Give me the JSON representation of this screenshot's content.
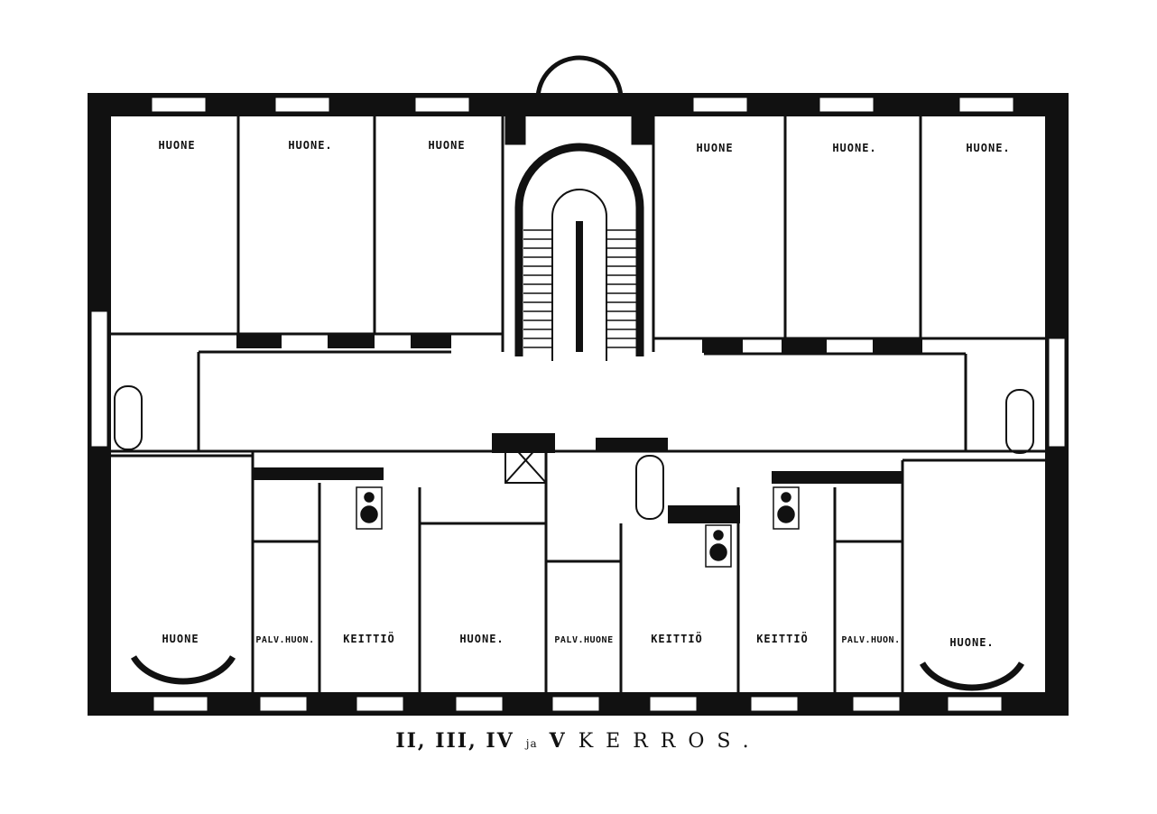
{
  "rooms": {
    "huone_1": "HUONE",
    "huone_2": "HUONE.",
    "huone_3": "HUONE",
    "huone_4": "HUONE",
    "huone_5": "HUONE.",
    "huone_6": "HUONE.",
    "huone_bottom_left": "HUONE",
    "palv_huon_left": "PALV.HUON.",
    "keittio_left": "KEITTIÖ",
    "huone_bottom_mid": "HUONE.",
    "palv_huone_mid": "PALV.HUONE",
    "keittio_mid": "KEITTIÖ",
    "keittio_right": "KEITTIÖ",
    "palv_huon_right": "PALV.HUON.",
    "huone_bottom_right": "HUONE."
  },
  "caption": {
    "floors": "II, III, IV",
    "ja": "ja",
    "floor5": "V",
    "kerros": "KERROS."
  }
}
